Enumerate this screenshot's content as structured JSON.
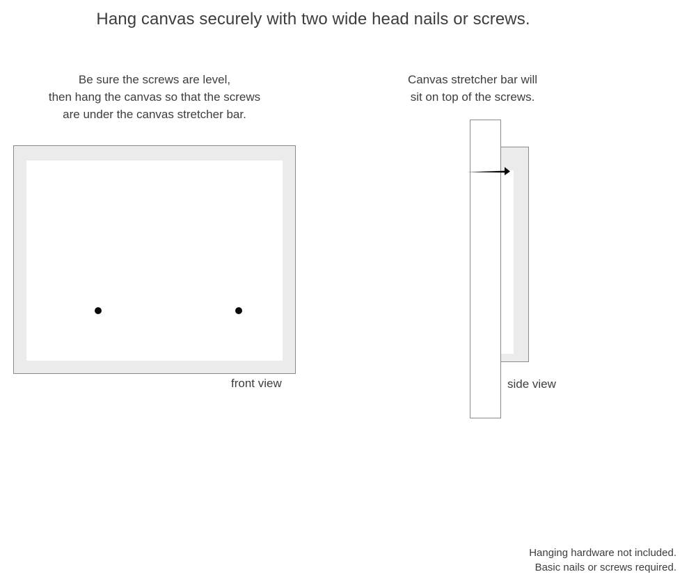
{
  "headline": "Hang canvas securely with two wide head nails or screws.",
  "captions": {
    "left": {
      "lines": [
        "Be sure the screws are level,",
        "then hang the canvas so that the screws",
        "are under the canvas stretcher bar."
      ]
    },
    "right": {
      "lines": [
        "Canvas stretcher bar will",
        "sit on top of the screws."
      ]
    }
  },
  "diagrams": {
    "front": {
      "label": "front view",
      "frame_color": "#ebebeb",
      "border_color": "#8a8a8a",
      "canvas_color": "#ffffff",
      "screws": [
        {
          "name": "left-screw",
          "color": "#0a0a0a"
        },
        {
          "name": "right-screw",
          "color": "#0a0a0a"
        }
      ]
    },
    "side": {
      "label": "side view",
      "wall_color": "#ffffff",
      "stretcher_bar_color": "#ebebeb",
      "border_color": "#8a8a8a",
      "nail_color": "#0a0a0a"
    }
  },
  "footer": {
    "lines": [
      "Hanging hardware not included.",
      "Basic nails or screws required."
    ]
  }
}
